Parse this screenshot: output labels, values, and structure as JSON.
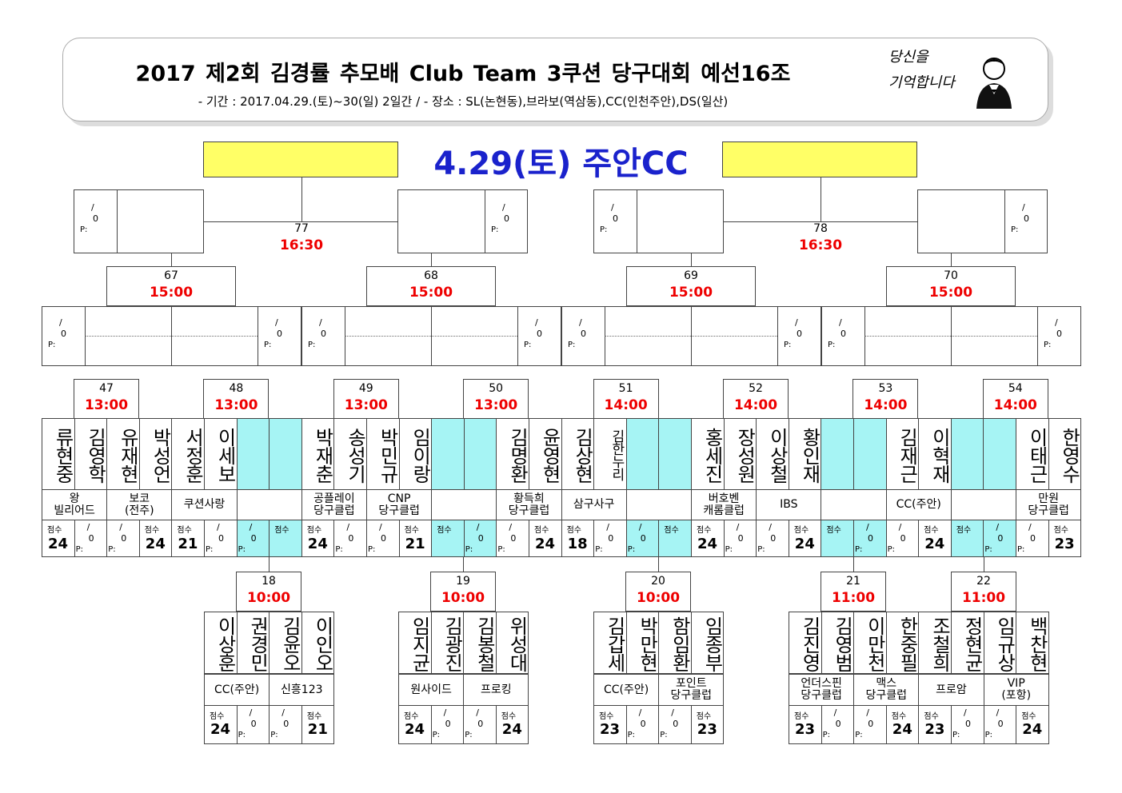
{
  "header": {
    "title": "2017 제2회 김경률 추모배 Club Team 3쿠션 당구대회 예선16조",
    "info": "- 기간 : 2017.04.29.(토)~30(일) 2일간 / - 장소 : SL(논현동),브라보(역삼동),CC(인천주안),DS(일산)",
    "slogan_line1": "당신을",
    "slogan_line2": "기억합니다"
  },
  "day_title": "4.29(토) 주안CC",
  "labels": {
    "slash": "/",
    "zero": "0",
    "p": "P:",
    "score": "점수"
  },
  "top_matches": [
    {
      "no": "77",
      "time": "16:30"
    },
    {
      "no": "78",
      "time": "16:30"
    }
  ],
  "mid_matches": [
    {
      "no": "67",
      "time": "15:00"
    },
    {
      "no": "68",
      "time": "15:00"
    },
    {
      "no": "69",
      "time": "15:00"
    },
    {
      "no": "70",
      "time": "15:00"
    }
  ],
  "r1_matches": [
    {
      "no": "47",
      "time": "13:00"
    },
    {
      "no": "48",
      "time": "13:00"
    },
    {
      "no": "49",
      "time": "13:00"
    },
    {
      "no": "50",
      "time": "13:00"
    },
    {
      "no": "51",
      "time": "14:00"
    },
    {
      "no": "52",
      "time": "14:00"
    },
    {
      "no": "53",
      "time": "14:00"
    },
    {
      "no": "54",
      "time": "14:00"
    }
  ],
  "r1_names": [
    "류현중",
    "김영학",
    "유재현",
    "박성언",
    "서정훈",
    "이세보",
    "",
    "",
    "박재춘",
    "송성기",
    "박민규",
    "임이랑",
    "",
    "",
    "김명환",
    "윤영현",
    "김상현",
    "김한누리",
    "",
    "",
    "홍세진",
    "장성원",
    "이상철",
    "황인재",
    "",
    "",
    "김재근",
    "이혁재",
    "",
    "",
    "이태근",
    "한영수"
  ],
  "r1_clubs": [
    "왕\n빌리어드",
    "보코\n(전주)",
    "쿠션사랑",
    "",
    "공플레이\n당구클럽",
    "CNP\n당구클럽",
    "",
    "황득희\n당구클럽",
    "삼구사구",
    "",
    "버호벤\n캐롬클럽",
    "IBS",
    "",
    "CC(주안)",
    "",
    "만원\n당구클럽"
  ],
  "r1_scores": [
    "24",
    "",
    "",
    "24",
    "21",
    "",
    "",
    "",
    "24",
    "",
    "",
    "21",
    "",
    "",
    "",
    "24",
    "18",
    "",
    "",
    "",
    "24",
    "",
    "",
    "24",
    "",
    "",
    "",
    "24",
    "",
    "",
    "",
    "23"
  ],
  "qual_matches": [
    {
      "no": "18",
      "time": "10:00"
    },
    {
      "no": "19",
      "time": "10:00"
    },
    {
      "no": "20",
      "time": "10:00"
    },
    {
      "no": "21",
      "time": "11:00"
    },
    {
      "no": "22",
      "time": "11:00"
    }
  ],
  "q_names": [
    "이상훈",
    "권경민",
    "김윤오",
    "이인오",
    "임지균",
    "김광진",
    "김봉철",
    "위성대",
    "김갑세",
    "박만현",
    "함임환",
    "임종부",
    "김진영",
    "김영범",
    "이만천",
    "한중필",
    "조철희",
    "정현균",
    "임규상",
    "백찬현"
  ],
  "q_clubs": [
    "CC(주안)",
    "신흥123",
    "원사이드",
    "프로킹",
    "CC(주안)",
    "포인트\n당구클럽",
    "언더스핀\n당구클럽",
    "맥스\n당구클럽",
    "프로암",
    "VIP\n(포항)"
  ],
  "q_scores": [
    "24",
    "",
    "",
    "21",
    "24",
    "",
    "",
    "24",
    "23",
    "",
    "",
    "23",
    "23",
    "",
    "",
    "24",
    "23",
    "",
    "",
    "24"
  ]
}
